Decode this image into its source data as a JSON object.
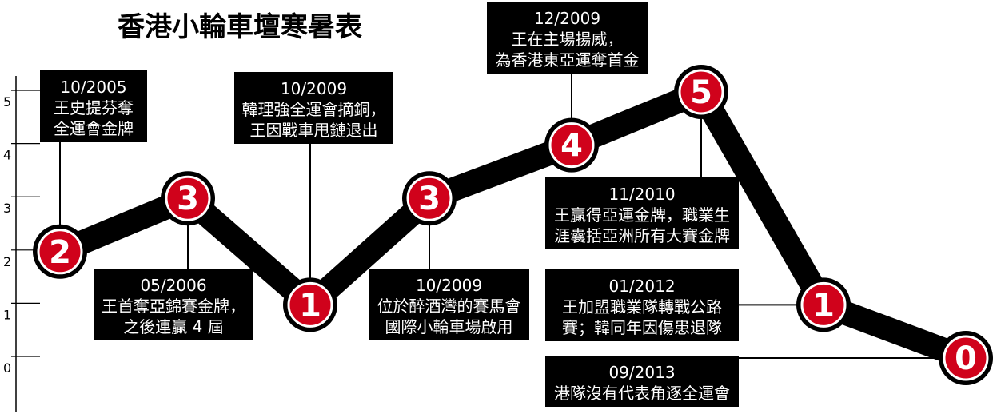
{
  "chart_data": {
    "type": "line",
    "title": "香港小輪車壇寒暑表",
    "ylim": [
      0,
      5
    ],
    "y_ticks": [
      "0",
      "1",
      "2",
      "3",
      "4",
      "5"
    ],
    "grid": false,
    "series": [
      {
        "values": [
          2,
          3,
          1,
          3,
          4,
          5,
          1,
          0
        ]
      }
    ],
    "point_labels": [
      "2",
      "3",
      "1",
      "3",
      "4",
      "5",
      "1",
      "0"
    ],
    "annotations": [
      {
        "point": 0,
        "date": "10/2005",
        "text": [
          "王史提芬奪",
          "全運會金牌"
        ]
      },
      {
        "point": 1,
        "date": "05/2006",
        "text": [
          "王首奪亞錦賽金牌，",
          "之後連贏 4 屆"
        ]
      },
      {
        "point": 2,
        "date": "10/2009",
        "text": [
          "韓理強全運會摘銅，",
          "王因戰車甩鏈退出"
        ]
      },
      {
        "point": 3,
        "date": "10/2009",
        "text": [
          "位於醉酒灣的賽馬會",
          "國際小輪車場啟用"
        ]
      },
      {
        "point": 4,
        "date": "12/2009",
        "text": [
          "王在主場揚威，",
          "為香港東亞運奪首金"
        ]
      },
      {
        "point": 5,
        "date": "11/2010",
        "text": [
          "王贏得亞運金牌，職業生",
          "涯囊括亞洲所有大賽金牌"
        ]
      },
      {
        "point": 6,
        "date": "01/2012",
        "text": [
          "王加盟職業隊轉戰公路",
          "賽；韓同年因傷患退隊"
        ]
      },
      {
        "point": 7,
        "date": "09/2013",
        "text": [
          "港隊沒有代表角逐全運會"
        ]
      }
    ],
    "colors": {
      "line": "#000000",
      "node_fill": "#d0021b",
      "node_ring": "#ffffff",
      "box_fill": "#000000",
      "box_text": "#ffffff"
    }
  }
}
